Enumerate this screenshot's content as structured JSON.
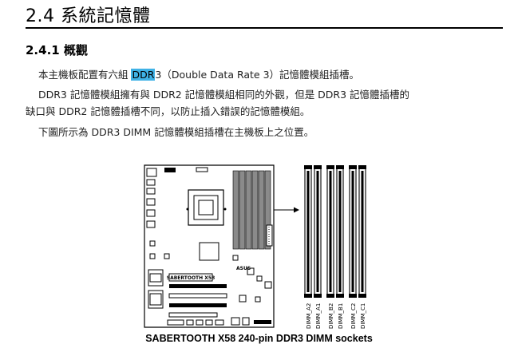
{
  "section": {
    "title": "2.4 系統記憶體",
    "subsection_title": "2.4.1 概觀"
  },
  "paragraphs": {
    "p1_before": "本主機板配置有六組 ",
    "p1_highlight": "DDR",
    "p1_after": "3（Double Data Rate 3）記憶體模組插槽。",
    "p2_line1": "DDR3 記憶體模組擁有與 DDR2 記憶體模組相同的外觀，但是 DDR3 記憶體插槽的",
    "p2_line2": "缺口與 DDR2 記憶體插槽不同，以防止插入錯誤的記憶體模組。",
    "p3": "下圖所示為 DDR3 DIMM 記憶體模組插槽在主機板上之位置。"
  },
  "figure": {
    "board_label": "SABERTOOTH X58",
    "slot_labels": [
      "DIMM_A2",
      "DIMM_A1",
      "DIMM_B2",
      "DIMM_B1",
      "DIMM_C2",
      "DIMM_C1"
    ],
    "caption": "SABERTOOTH X58 240-pin DDR3 DIMM sockets",
    "highlight_color": "#3fb2e6"
  }
}
